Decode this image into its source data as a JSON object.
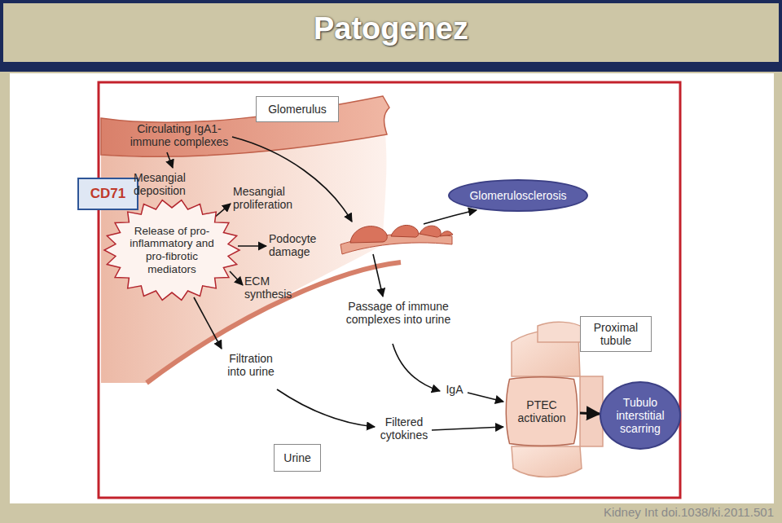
{
  "diagram": {
    "title": "Patogenez",
    "nodes": [
      {
        "text": [
          "Glomerulus"
        ]
      },
      {
        "text": [
          "CD71"
        ]
      },
      {
        "text": [
          "Release of pro-inflammatory and pro-fibrotic mediators"
        ]
      },
      {
        "text": [
          "Glomerulosclerosis"
        ]
      },
      {
        "text": [
          "Proximal tubule"
        ]
      },
      {
        "text": [
          "PTEC activation"
        ]
      },
      {
        "text": [
          "Tubulo interstitial scarring"
        ]
      },
      {
        "text": [
          "Urine"
        ]
      }
    ],
    "edges": [
      {
        "from": 5,
        "to": 6,
        "arrow": "to"
      }
    ],
    "labels": [
      "Circulating IgA1- immune complexes",
      "Mesangial deposition",
      "Mesangial proliferation",
      "Podocyte damage",
      "ECM synthesis",
      "Passage of immune complexes into urine",
      "Filtration into urine",
      "IgA",
      "Filtered cytokines",
      "Kidney Int doi.1038/ki.2011.501"
    ]
  }
}
